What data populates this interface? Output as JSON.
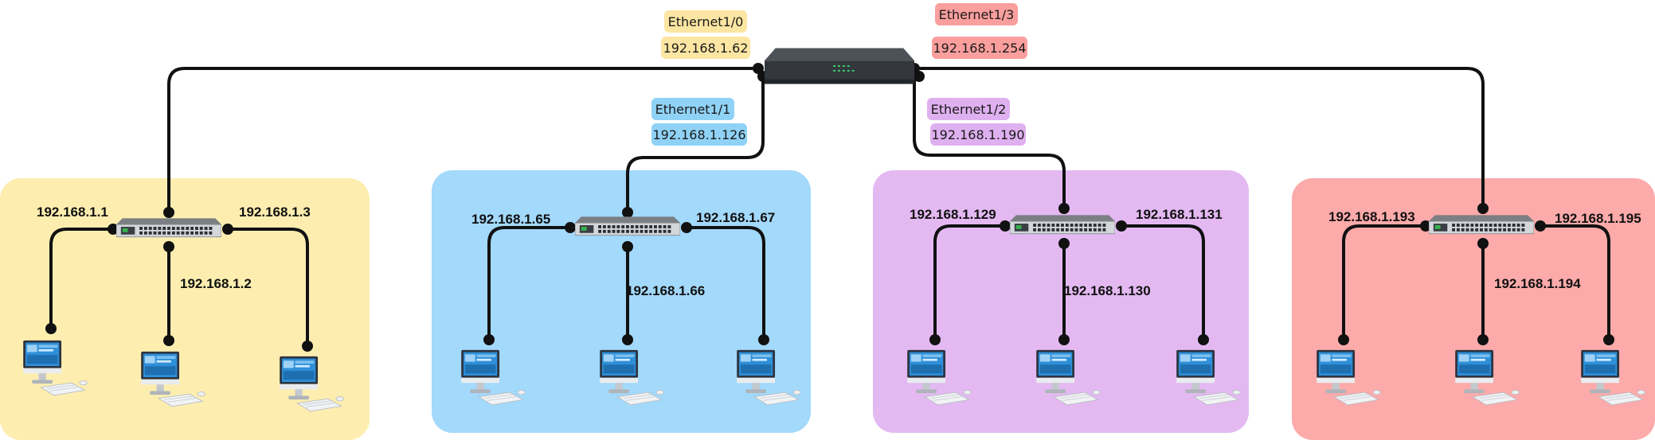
{
  "colors": {
    "yellow": "#fdeeb0",
    "blue": "#a3d9fb",
    "purple": "#e4b9f2",
    "red": "#fdaaaa",
    "tag_yellow": "#fde6a3",
    "tag_blue": "#8fd2f6",
    "tag_purple": "#dfb0f0",
    "tag_red": "#fb9e9e",
    "cable": "#111111"
  },
  "router": {
    "icon": "router-icon",
    "interfaces": [
      {
        "name": "Ethernet1/0",
        "ip": "192.168.1.62"
      },
      {
        "name": "Ethernet1/1",
        "ip": "192.168.1.126"
      },
      {
        "name": "Ethernet1/2",
        "ip": "192.168.1.190"
      },
      {
        "name": "Ethernet1/3",
        "ip": "192.168.1.254"
      }
    ]
  },
  "subnets": [
    {
      "color": "yellow",
      "switch_icon": "switch-icon",
      "host_icon": "desktop-computer-icon",
      "hosts": [
        "192.168.1.1",
        "192.168.1.2",
        "192.168.1.3"
      ]
    },
    {
      "color": "blue",
      "switch_icon": "switch-icon",
      "host_icon": "desktop-computer-icon",
      "hosts": [
        "192.168.1.65",
        "192.168.1.66",
        "192.168.1.67"
      ]
    },
    {
      "color": "purple",
      "switch_icon": "switch-icon",
      "host_icon": "desktop-computer-icon",
      "hosts": [
        "192.168.1.129",
        "192.168.1.130",
        "192.168.1.131"
      ]
    },
    {
      "color": "red",
      "switch_icon": "switch-icon",
      "host_icon": "desktop-computer-icon",
      "hosts": [
        "192.168.1.193",
        "192.168.1.194",
        "192.168.1.195"
      ]
    }
  ]
}
